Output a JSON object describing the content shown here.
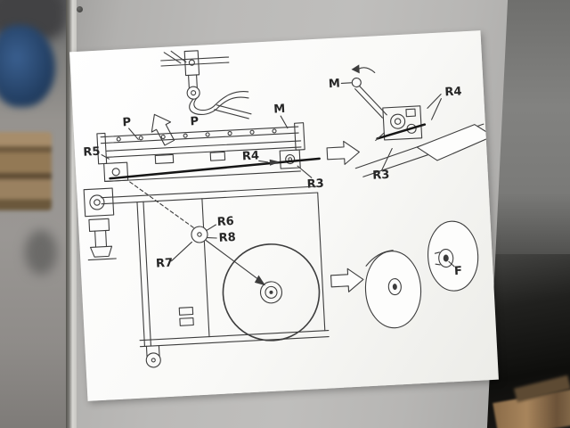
{
  "diagram": {
    "labels": {
      "p_top": "P",
      "p_rail": "P",
      "m_rail": "M",
      "r5": "R5",
      "r4_rail": "R4",
      "r3_rail": "R3",
      "m_detail": "M",
      "r4_detail": "R4",
      "r3_detail": "R3",
      "r6": "R6",
      "r8": "R8",
      "r7": "R7",
      "f": "F"
    }
  },
  "colors": {
    "panel": "#b8b7b5",
    "panel_edge_highlight": "#d9d8d4",
    "paper": "#fbfbfa",
    "ink": "#3d3d3d",
    "strap_line": "#161616",
    "floor": "#96938f",
    "blue_object": "#2f4f7c",
    "pallet_wood": "#937955",
    "shadow_dark": "#0e0e0c"
  }
}
